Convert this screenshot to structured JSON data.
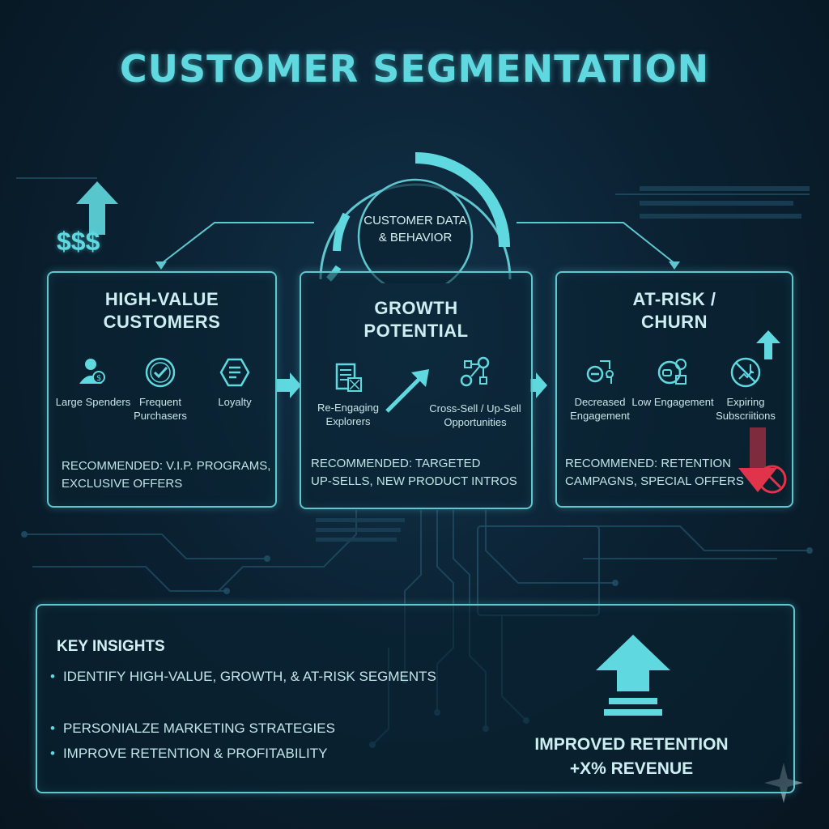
{
  "title": "CUSTOMER SEGMENTATION",
  "hub": {
    "line1": "CUSTOMER DATA",
    "line2": "& BEHAVIOR"
  },
  "side_icon_text": "$$$",
  "segments": [
    {
      "title_line1": "HIGH-VALUE",
      "title_line2": "CUSTOMERS",
      "items": [
        {
          "icon": "person-coin-icon",
          "label_line1": "Large Spenders",
          "label_line2": ""
        },
        {
          "icon": "checkmark-badge-icon",
          "label_line1": "Frequent",
          "label_line2": "Purchasers"
        },
        {
          "icon": "loyalty-card-icon",
          "label_line1": "Loyalty",
          "label_line2": ""
        }
      ],
      "recommendation_line1": "RECOMMENDED: V.I.P. PROGRAMS,",
      "recommendation_line2": "EXCLUSIVE OFFERS"
    },
    {
      "title_line1": "GROWTH",
      "title_line2": "POTENTIAL",
      "items": [
        {
          "icon": "document-list-icon",
          "label_line1": "Re-Engaging",
          "label_line2": "Explorers"
        },
        {
          "icon": "network-nodes-icon",
          "label_line1": "Cross-Sell / Up-Sell",
          "label_line2": "Opportunities"
        }
      ],
      "recommendation_line1": "RECOMMENDED: TARGETED",
      "recommendation_line2": "UP-SELLS, NEW PRODUCT INTROS"
    },
    {
      "title_line1": "AT-RISK /",
      "title_line2": "CHURN",
      "items": [
        {
          "icon": "decrease-graph-icon",
          "label_line1": "Decreased",
          "label_line2": "Engagement"
        },
        {
          "icon": "low-engagement-icon",
          "label_line1": "Low Engagement",
          "label_line2": ""
        },
        {
          "icon": "expired-subscription-icon",
          "label_line1": "Expiring",
          "label_line2": "Subscriitions"
        }
      ],
      "recommendation_line1": "RECOMMENED: RETENTION",
      "recommendation_line2": "CAMPAGNS, SPECIAL OFFERS"
    }
  ],
  "insights": {
    "title": "KEY INSIGHTS",
    "bullets": [
      "IDENTIFY HIGH-VALUE, GROWTH, & AT-RISK SEGMENTS",
      "PERSONIALZE MARKETING STRATEGIES",
      "IMPROVE RETENTION & PROFITABILITY"
    ]
  },
  "result": {
    "line1": "IMPROVED RETENTION",
    "line2": "+X% REVENUE"
  },
  "colors": {
    "accent": "#5fd9df",
    "panel_border": "#5ec7cf",
    "alert": "#e0344a",
    "background": "#0b2233"
  }
}
